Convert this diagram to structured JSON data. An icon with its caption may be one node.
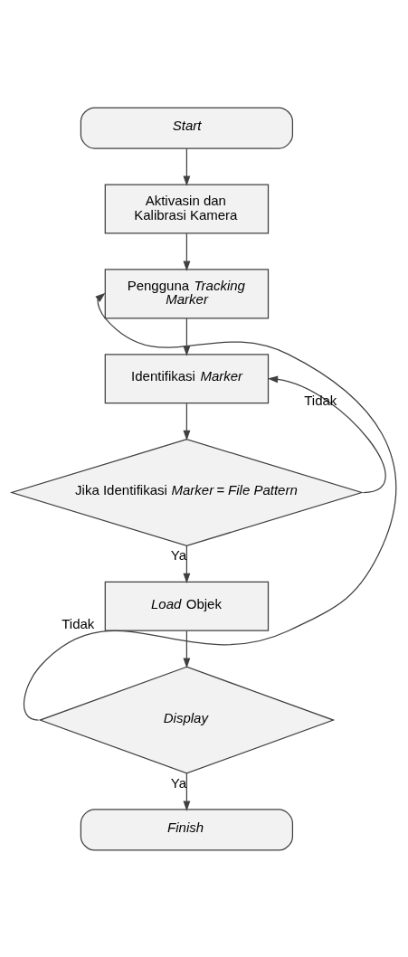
{
  "diagram": {
    "nodes": [
      {
        "text": [
          "Start"
        ]
      },
      {
        "text": [
          "Aktivasin dan Kalibrasi Kamera"
        ]
      },
      {
        "text": [
          "Pengguna *Tracking Marker*"
        ]
      },
      {
        "text": [
          "Identifikasi *Marker*"
        ]
      },
      {
        "text": [
          "Jika Identifikasi *Marker* = *File Pattern*"
        ]
      },
      {
        "text": [
          "*Load* Objek"
        ]
      },
      {
        "text": [
          "Display"
        ]
      },
      {
        "text": [
          "Finish"
        ]
      }
    ],
    "edges": [
      {
        "from": 0,
        "to": 1,
        "arrow": "to"
      },
      {
        "from": 1,
        "to": 2,
        "arrow": "to"
      },
      {
        "from": 2,
        "to": 3,
        "arrow": "to"
      },
      {
        "from": 3,
        "to": 4,
        "arrow": "to"
      },
      {
        "from": 4,
        "to": 3,
        "arrow": "to",
        "label": "Tidak"
      },
      {
        "from": 4,
        "to": 5,
        "arrow": "to",
        "label": "Ya"
      },
      {
        "from": 5,
        "to": 6,
        "arrow": "to"
      },
      {
        "from": 6,
        "to": 2,
        "arrow": "to",
        "label": "Tidak"
      },
      {
        "from": 6,
        "to": 7,
        "arrow": "to",
        "label": "Ya"
      }
    ]
  }
}
